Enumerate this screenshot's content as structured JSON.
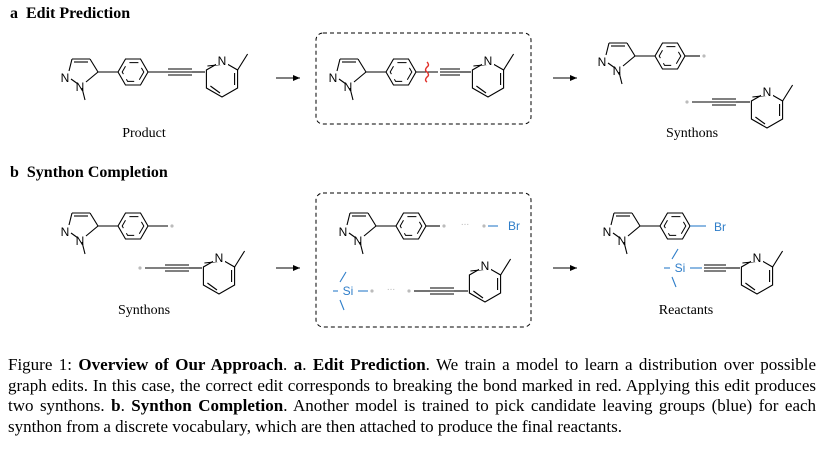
{
  "section_a": {
    "letter": "a",
    "title": "Edit Prediction"
  },
  "section_b": {
    "letter": "b",
    "title": "Synthon Completion"
  },
  "labels": {
    "product": "Product",
    "synthons_a": "Synthons",
    "synthons_b": "Synthons",
    "reactants": "Reactants"
  },
  "atoms": {
    "n": "N",
    "br": "Br",
    "si": "Si",
    "ellipsis": "..."
  },
  "colors": {
    "bond_break": "#e0302a",
    "leaving_group": "#2f7ec9",
    "attach_point": "#bbbbbb"
  },
  "caption": {
    "fig": "Figure 1:",
    "title": "Overview of Our Approach",
    "a_letter": "a",
    "a_title": "Edit Prediction",
    "a_text": "We train a model to learn a distribution over possible graph edits. In this case, the correct edit corresponds to breaking the bond marked in red. Applying this edit produces two synthons.",
    "b_letter": "b",
    "b_title": "Synthon Completion",
    "b_text": "Another model is trained to pick candidate leaving groups (blue) for each synthon from a discrete vocabulary, which are then attached to produce the final reactants."
  }
}
